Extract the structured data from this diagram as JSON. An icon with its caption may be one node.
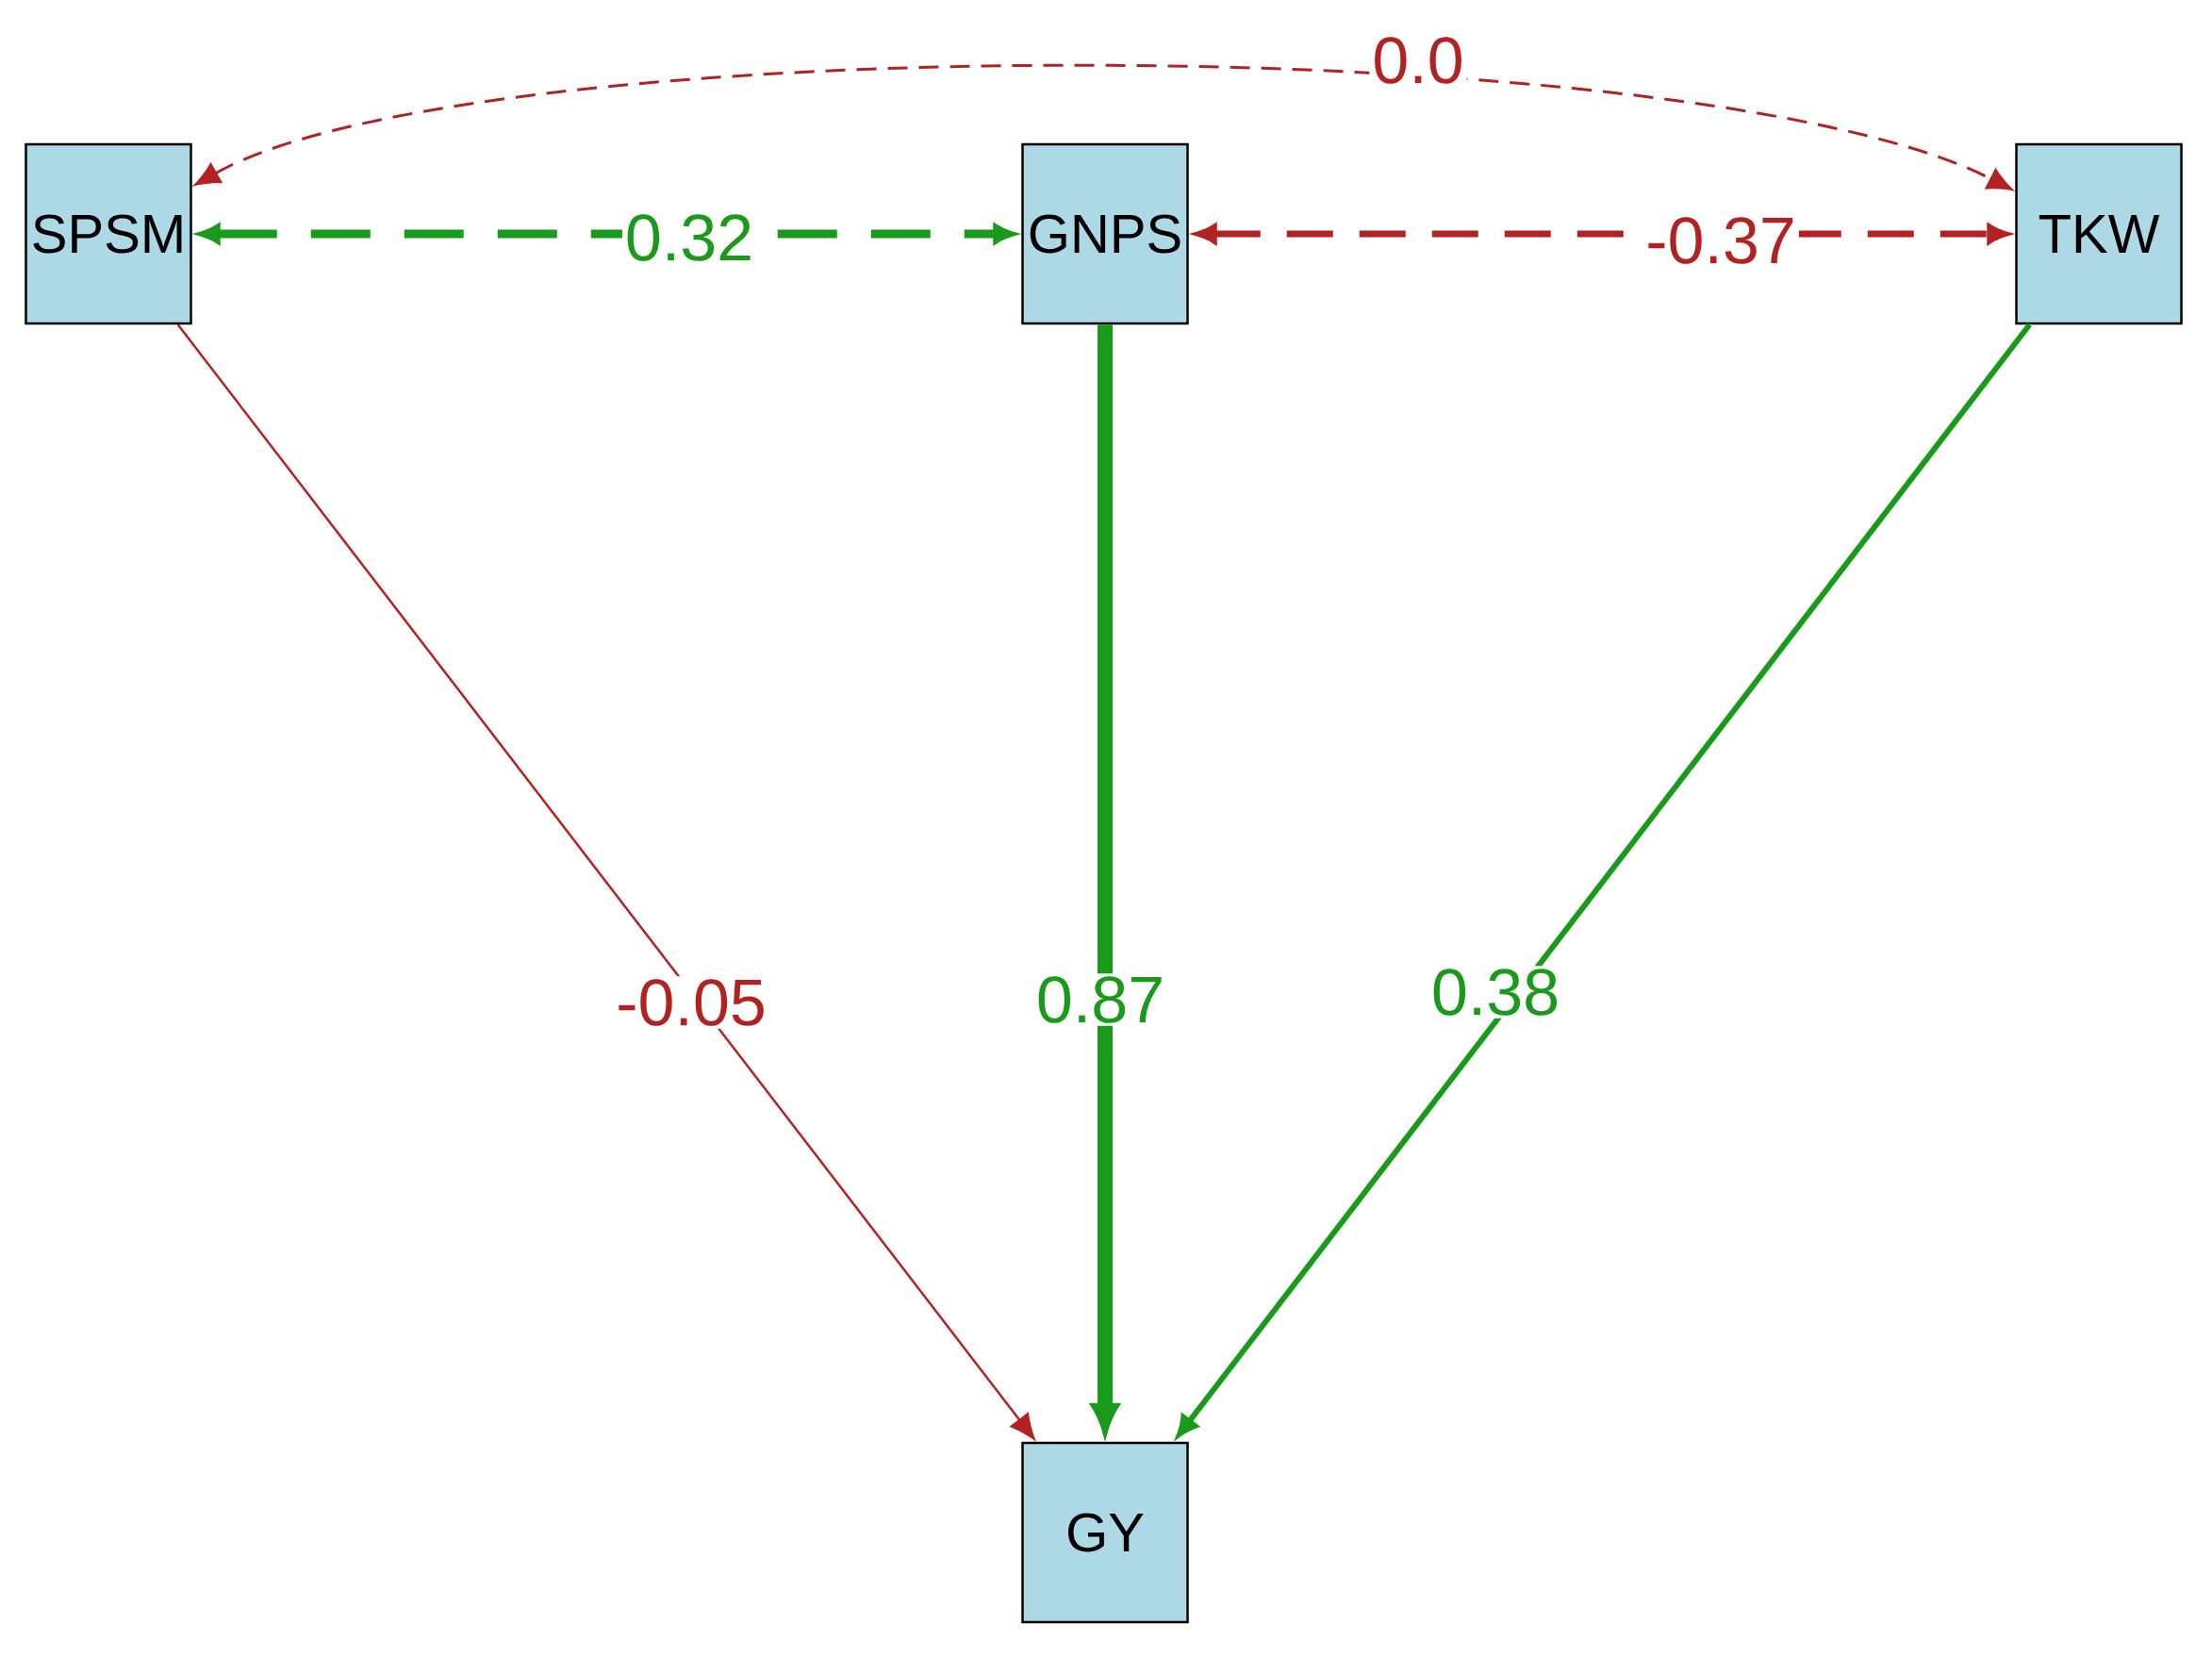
{
  "diagram": {
    "nodes": [
      {
        "text": [
          "SPSM"
        ]
      },
      {
        "text": [
          "GNPS"
        ]
      },
      {
        "text": [
          "TKW"
        ]
      },
      {
        "text": [
          "GY"
        ]
      }
    ],
    "edges": [
      {
        "from": 0,
        "to": 3,
        "arrow": "to",
        "label": "-0.05",
        "color": "#b22222"
      },
      {
        "from": 1,
        "to": 3,
        "arrow": "to",
        "label": "0.87",
        "style": "thick",
        "color": "#1a9a1a"
      },
      {
        "from": 2,
        "to": 3,
        "arrow": "to",
        "label": "0.38",
        "color": "#1a9a1a"
      },
      {
        "from": 0,
        "to": 1,
        "arrow": "both",
        "label": "0.32",
        "style": "dashed",
        "color": "#1a9a1a"
      },
      {
        "from": 1,
        "to": 2,
        "arrow": "both",
        "label": "-0.37",
        "style": "dashed",
        "color": "#b22222"
      },
      {
        "from": 0,
        "to": 2,
        "arrow": "both",
        "label": "0.0",
        "style": "dashed",
        "color": "#b22222"
      }
    ]
  }
}
